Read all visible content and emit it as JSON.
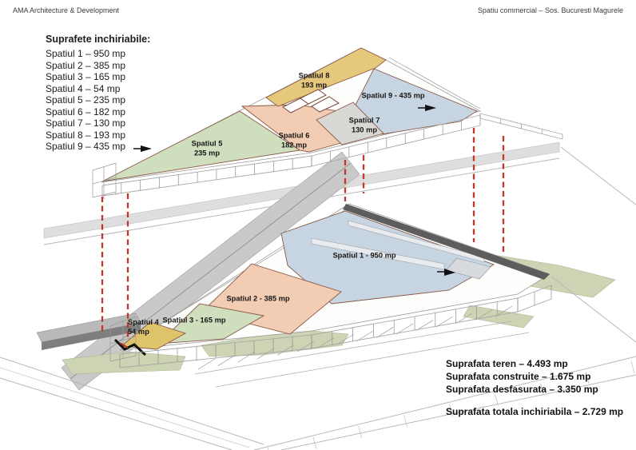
{
  "header": {
    "left": "AMA Architecture & Development",
    "right": "Spatiu commercial – Sos. Bucuresti Magurele"
  },
  "legend": {
    "title": "Suprafete inchiriabile:",
    "items": [
      "Spatiul 1 – 950 mp",
      "Spatiul 2 – 385 mp",
      "Spatiul 3 – 165 mp",
      "Spatiul 4 – 54 mp",
      "Spatiul 5 – 235 mp",
      "Spatiul 6 – 182 mp",
      "Spatiul 7 – 130 mp",
      "Spatiul 8 – 193 mp",
      "Spatiul 9 – 435 mp"
    ]
  },
  "summary": {
    "lines": [
      "Suprafata teren – 4.493 mp",
      "Suprafata construite – 1.675 mp",
      "Suprafata desfasurata – 3.350 mp"
    ],
    "total": "Suprafata totala inchiriabila – 2.729 mp"
  },
  "floors": {
    "zones": {
      "s1": {
        "label": "Spatiul 1 - 950 mp",
        "color": "#c7d5e3"
      },
      "s2": {
        "label": "Spatiul 2 - 385 mp",
        "color": "#f2ccb3"
      },
      "s3": {
        "label": "Spatiul 3 - 165 mp",
        "color": "#cfdfbe"
      },
      "s4": {
        "label": "Spatiul 4",
        "area": "54 mp",
        "color": "#dfc36b"
      },
      "s5": {
        "label": "Spatiul 5",
        "area": "235 mp",
        "color": "#cfdfbe"
      },
      "s6": {
        "label": "Spatiul 6",
        "area": "182 mp",
        "color": "#f2ccb3"
      },
      "s7": {
        "label": "Spatiul 7",
        "area": "130 mp",
        "color": "#d8d8d4"
      },
      "s8": {
        "label": "Spatiul 8",
        "area": "193 mp",
        "color": "#e5c87c"
      },
      "s9": {
        "label": "Spatiul 9 - 435 mp",
        "color": "#c7d5e3"
      }
    }
  },
  "colors": {
    "dashed_guide": "#c2372c",
    "roof_band": "#5d5d5d",
    "road": "#c9c9c9",
    "road_edge": "#9e9e9e",
    "landscape": "#ccd4b3",
    "wall_block_top": "#b9b9b9",
    "wall_block_front": "#7e7e7e"
  }
}
